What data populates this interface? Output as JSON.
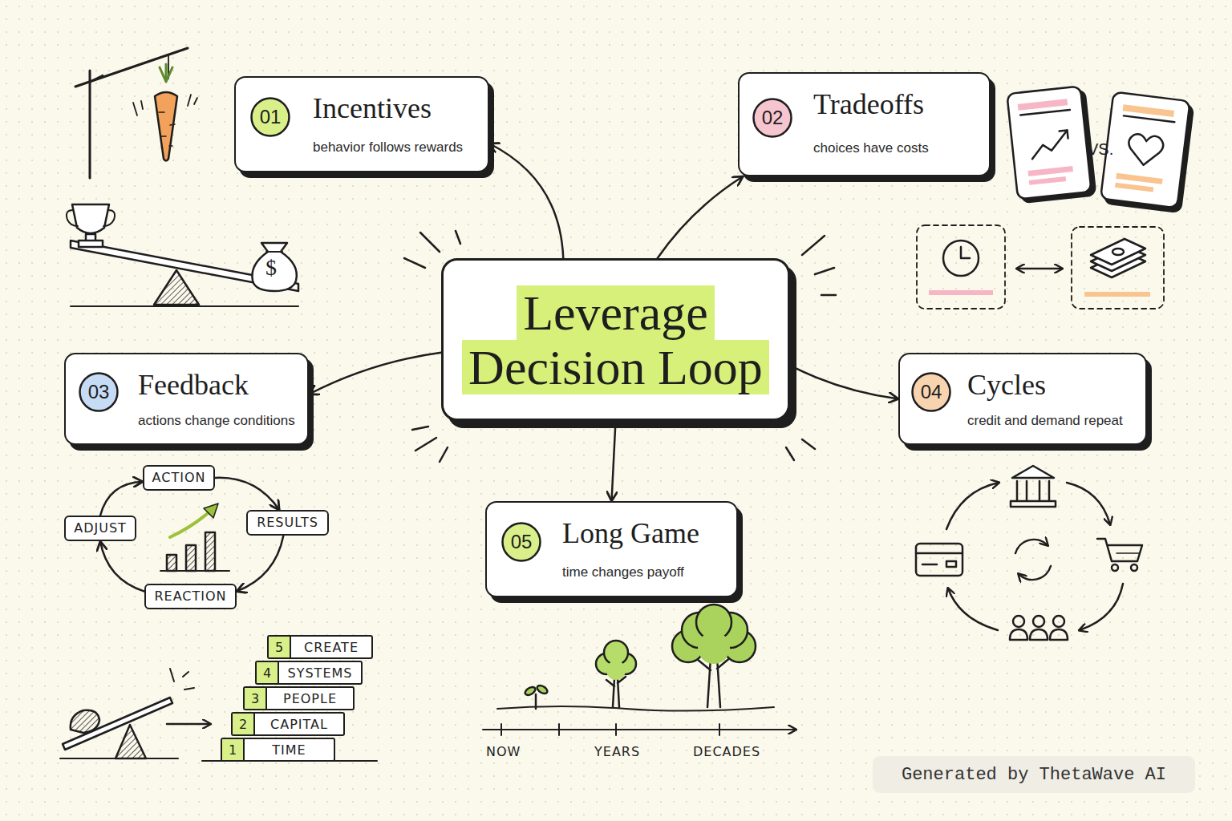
{
  "diagram": {
    "nodes": [
      {
        "text": [
          "Incentives",
          "behavior follows rewards"
        ]
      },
      {
        "text": [
          "01"
        ],
        "in": 0
      },
      {
        "text": [
          "Tradeoffs",
          "choices have costs"
        ]
      },
      {
        "text": [
          "02"
        ],
        "in": 2
      },
      {
        "text": [
          "Leverage Decision Loop"
        ]
      },
      {
        "text": [
          "Feedback",
          "actions change conditions"
        ]
      },
      {
        "text": [
          "03"
        ],
        "in": 5
      },
      {
        "text": [
          "Cycles",
          "credit and demand repeat"
        ]
      },
      {
        "text": [
          "04"
        ],
        "in": 7
      },
      {
        "text": [
          "ACTION"
        ]
      },
      {
        "text": [
          "ADJUST"
        ]
      },
      {
        "text": [
          "RESULTS"
        ]
      },
      {
        "text": [
          "REACTION"
        ]
      },
      {
        "text": [
          "Long Game",
          "time changes payoff"
        ]
      },
      {
        "text": [
          "05"
        ],
        "in": 13
      },
      {
        "text": [
          "5",
          "CREATE"
        ]
      },
      {
        "text": [
          "4",
          "SYSTEMS"
        ]
      },
      {
        "text": [
          "3",
          "PEOPLE"
        ]
      },
      {
        "text": [
          "2",
          "CAPITAL"
        ]
      },
      {
        "text": [
          "1",
          "TIME"
        ]
      }
    ],
    "edges": [
      {
        "from": 4,
        "to": 0,
        "arrow": "to"
      },
      {
        "from": 4,
        "to": 2,
        "arrow": "to"
      },
      {
        "from": 4,
        "to": 5,
        "arrow": "to"
      },
      {
        "from": 4,
        "to": 7,
        "arrow": "to"
      },
      {
        "from": 4,
        "to": 13,
        "arrow": "to"
      },
      {
        "from": 9,
        "to": 11,
        "arrow": "to"
      },
      {
        "from": 11,
        "to": 12,
        "arrow": "to"
      },
      {
        "from": 12,
        "to": 10,
        "arrow": "to"
      },
      {
        "from": 10,
        "to": 9,
        "arrow": "to"
      }
    ],
    "labels": [
      "$",
      "VS.",
      "NOW",
      "YEARS",
      "DECADES",
      "Generated by ThetaWave AI"
    ]
  }
}
